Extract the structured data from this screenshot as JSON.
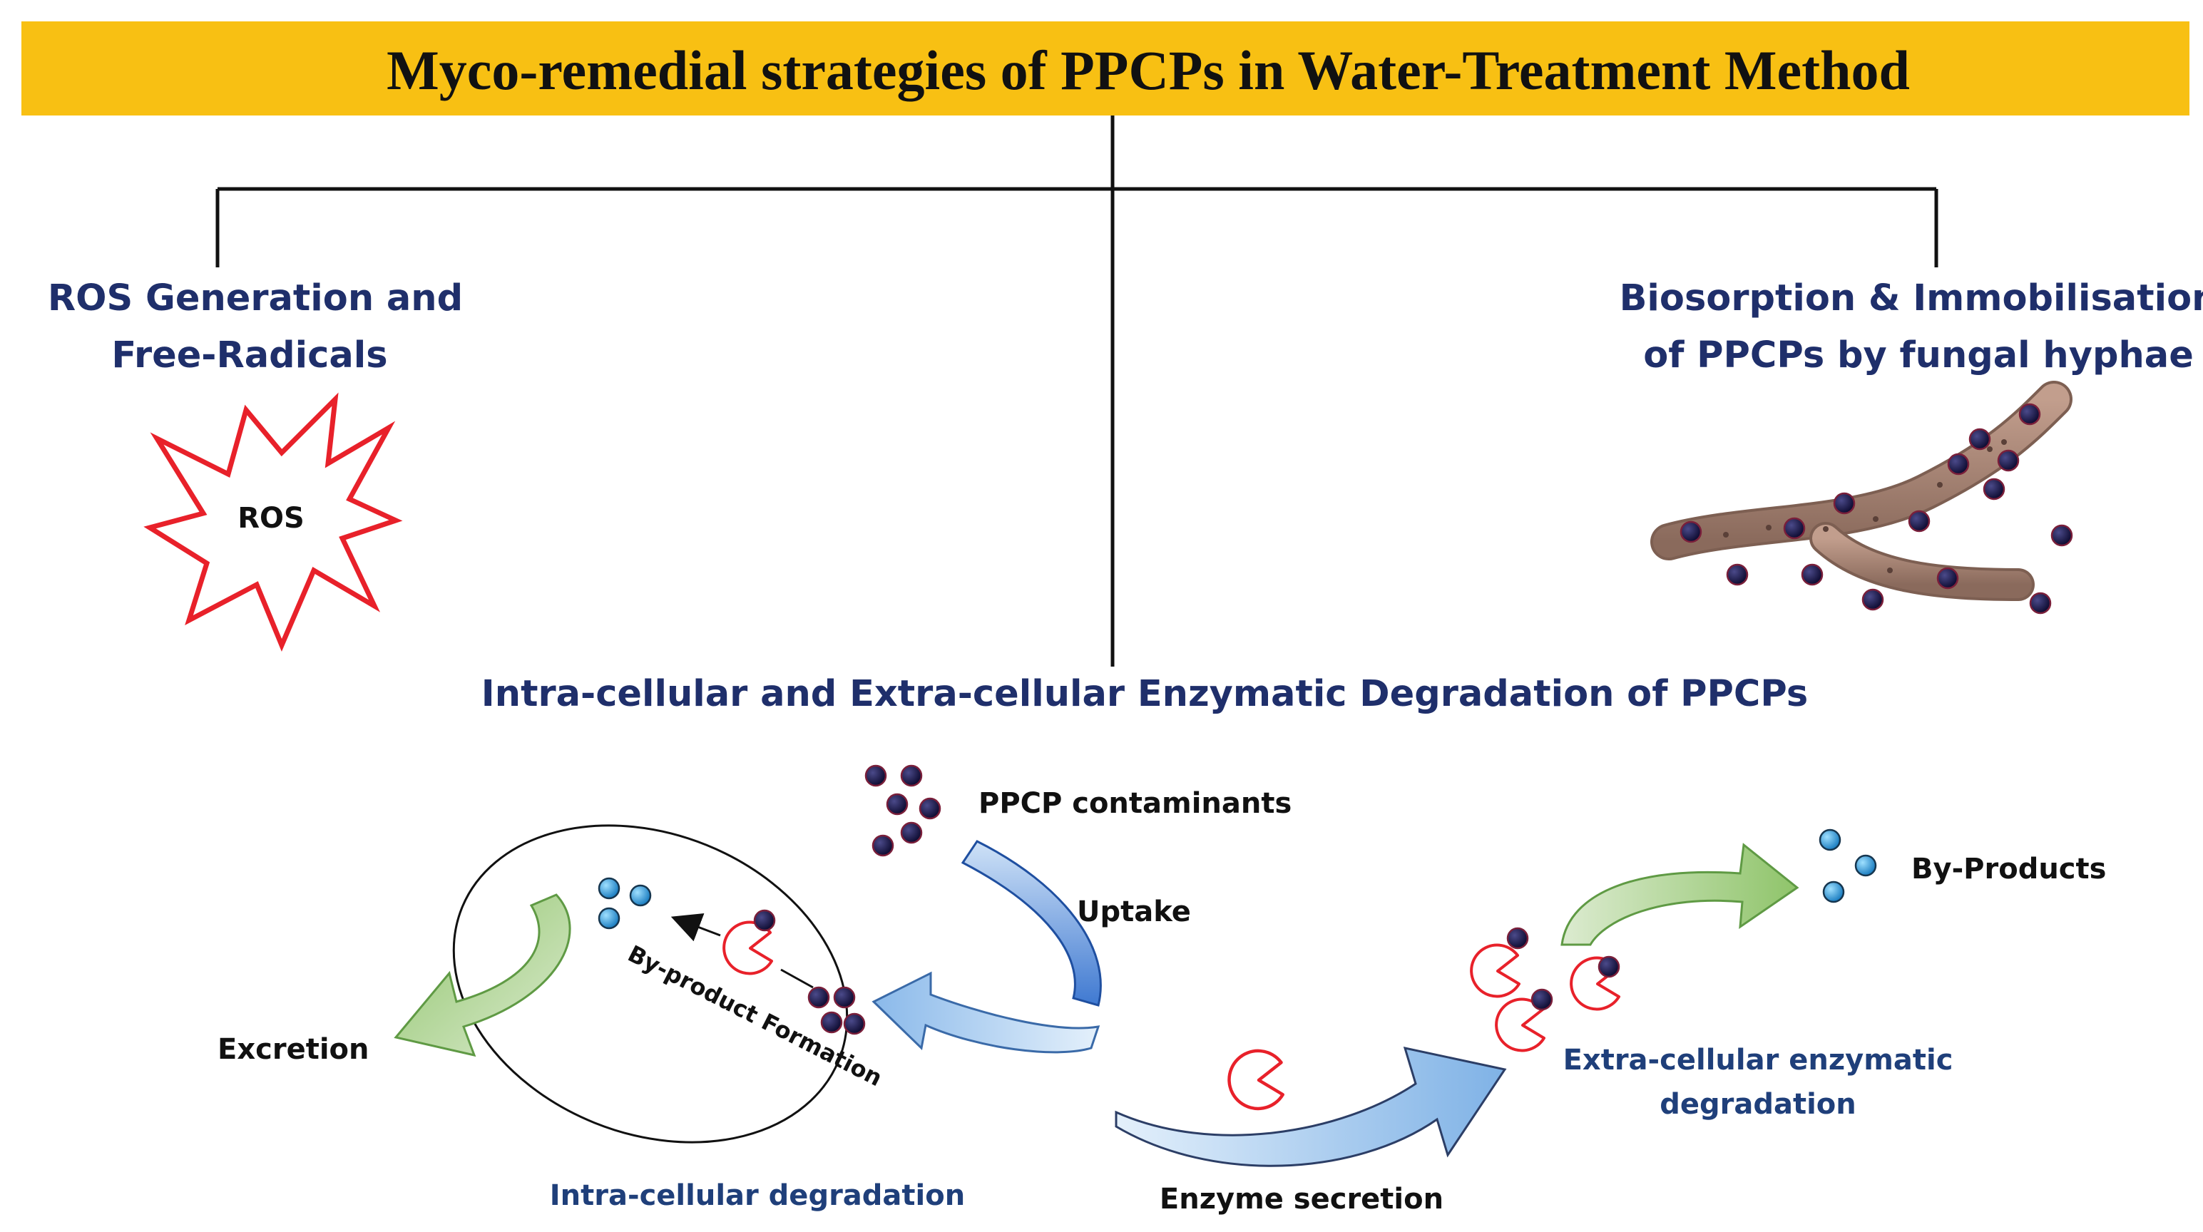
{
  "title": "Myco-remedial strategies of PPCPs in Water-Treatment Method",
  "branches": {
    "left": {
      "heading_line1": "ROS Generation and",
      "heading_line2": "Free-Radicals",
      "burst_label": "ROS"
    },
    "right": {
      "heading_line1": "Biosorption & Immobilisation",
      "heading_line2": "of PPCPs by fungal hyphae"
    },
    "center": {
      "heading": "Intra-cellular and Extra-cellular Enzymatic Degradation of PPCPs",
      "contaminants_label": "PPCP contaminants",
      "uptake_label": "Uptake",
      "byproduct_formation_label": "By-product Formation",
      "excretion_label": "Excretion",
      "intracellular_label": "Intra-cellular degradation",
      "enzyme_secretion_label": "Enzyme secretion",
      "extracellular_label_line1": "Extra-cellular enzymatic",
      "extracellular_label_line2": "degradation",
      "byproducts_label": "By-Products"
    }
  },
  "colors": {
    "title_band": "#f8c013",
    "contaminant": "#1a1745",
    "byproduct": "#3aa0d8",
    "enzyme_outline": "#e8212a",
    "ros_outline": "#e8212a",
    "green_arrow": "#a8cf8e",
    "blue_arrow": "#a9cdef",
    "dark_blue_arrow": "#4f86d9",
    "hypha": "#a78272",
    "heading_text": "#1f2f6b"
  }
}
